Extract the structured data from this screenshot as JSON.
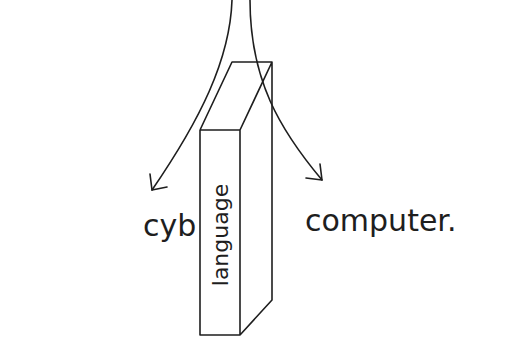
{
  "diagram": {
    "nodes": [
      {
        "text": [
          "language"
        ]
      }
    ],
    "labels": [
      "cyb",
      "computer."
    ]
  }
}
